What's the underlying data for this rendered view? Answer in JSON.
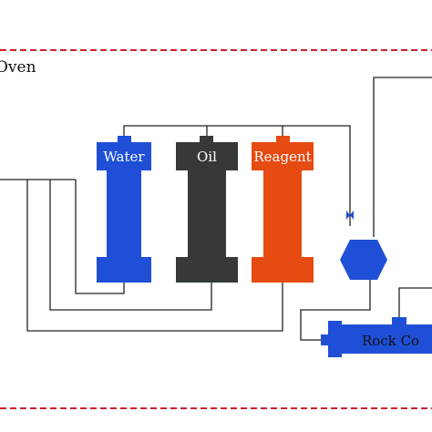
{
  "oven": {
    "label": "Oven"
  },
  "cylinders": {
    "water": {
      "label": "Water",
      "color": "#1f4fd6",
      "text_color": "#ffffff"
    },
    "oil": {
      "label": "Oil",
      "color": "#35393b",
      "text_color": "#ffffff"
    },
    "reagent": {
      "label": "Reagent",
      "color": "#e64b12",
      "text_color": "#ffffff"
    }
  },
  "rock_core": {
    "label": "Rock Co",
    "color": "#1f4fd6",
    "text_color": "#111111"
  },
  "colors": {
    "oven_border": "#cc1f2d",
    "pipe": "#222222",
    "valve": "#1f4fd6",
    "accumulator": "#1f4fd6"
  }
}
